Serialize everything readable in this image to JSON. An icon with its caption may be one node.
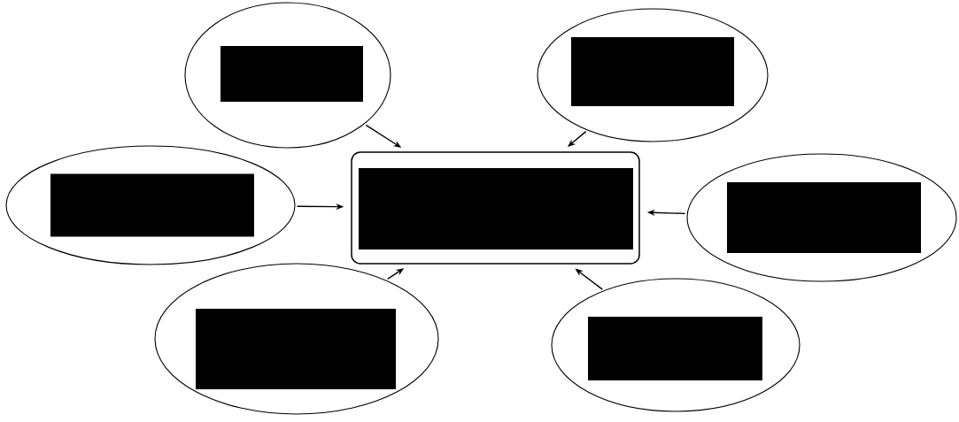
{
  "diagram": {
    "nodes": [
      {
        "text": [],
        "shape": "ellipse"
      },
      {
        "text": [],
        "shape": "box",
        "in": 0
      },
      {
        "text": [],
        "shape": "ellipse"
      },
      {
        "text": [],
        "shape": "box",
        "in": 2
      },
      {
        "text": [],
        "shape": "ellipse"
      },
      {
        "text": [],
        "shape": "box",
        "in": 4
      },
      {
        "text": [],
        "shape": "box"
      },
      {
        "text": [],
        "shape": "box",
        "in": 6
      },
      {
        "text": [],
        "shape": "ellipse"
      },
      {
        "text": [],
        "shape": "box",
        "in": 8
      },
      {
        "text": [],
        "shape": "ellipse"
      },
      {
        "text": [],
        "shape": "box",
        "in": 10
      },
      {
        "text": [],
        "shape": "ellipse"
      },
      {
        "text": [],
        "shape": "box",
        "in": 12
      }
    ],
    "edges": [
      {
        "from": 0,
        "to": 6,
        "arrow": "to"
      },
      {
        "from": 2,
        "to": 6,
        "arrow": "to"
      },
      {
        "from": 4,
        "to": 6,
        "arrow": "to"
      },
      {
        "from": 8,
        "to": 6,
        "arrow": "to"
      },
      {
        "from": 10,
        "to": 6,
        "arrow": "to"
      },
      {
        "from": 12,
        "to": 6,
        "arrow": "to"
      }
    ]
  }
}
